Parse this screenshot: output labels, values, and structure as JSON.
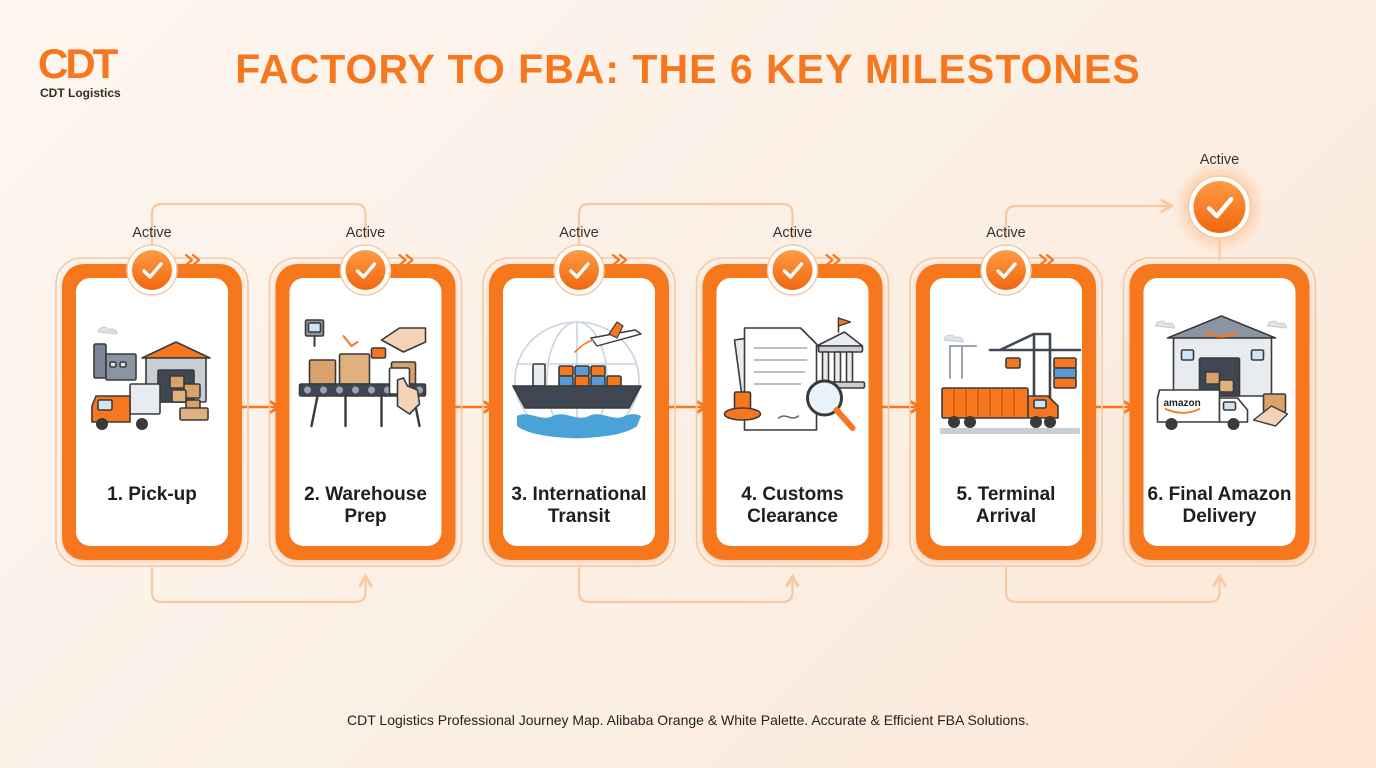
{
  "brand": {
    "logo_text": "CDT",
    "name": "CDT Logistics"
  },
  "title": "FACTORY TO FBA: THE 6 KEY MILESTONES",
  "milestones": [
    {
      "label_line1": "1. Pick-up",
      "label_line2": "",
      "status": "Active",
      "icon": "truck-factory-warehouse-icon"
    },
    {
      "label_line1": "2. Warehouse",
      "label_line2": "Prep",
      "status": "Active",
      "icon": "conveyor-scanner-icon"
    },
    {
      "label_line1": "3. International",
      "label_line2": "Transit",
      "status": "Active",
      "icon": "ship-plane-globe-icon"
    },
    {
      "label_line1": "4. Customs",
      "label_line2": "Clearance",
      "status": "Active",
      "icon": "documents-stamp-magnifier-icon"
    },
    {
      "label_line1": "5. Terminal",
      "label_line2": "Arrival",
      "status": "Active",
      "icon": "port-crane-truck-icon"
    },
    {
      "label_line1": "6. Final Amazon",
      "label_line2": "Delivery",
      "status": "Active",
      "icon": "amazon-warehouse-van-icon"
    }
  ],
  "van_brand": "amazon",
  "footer": "CDT Logistics Professional Journey Map. Alibaba Orange & White Palette. Accurate & Efficient FBA Solutions.",
  "colors": {
    "accent": "#f7771f",
    "accent_dark": "#e8610d",
    "line_light": "#f6c9a3",
    "text": "#222222"
  }
}
